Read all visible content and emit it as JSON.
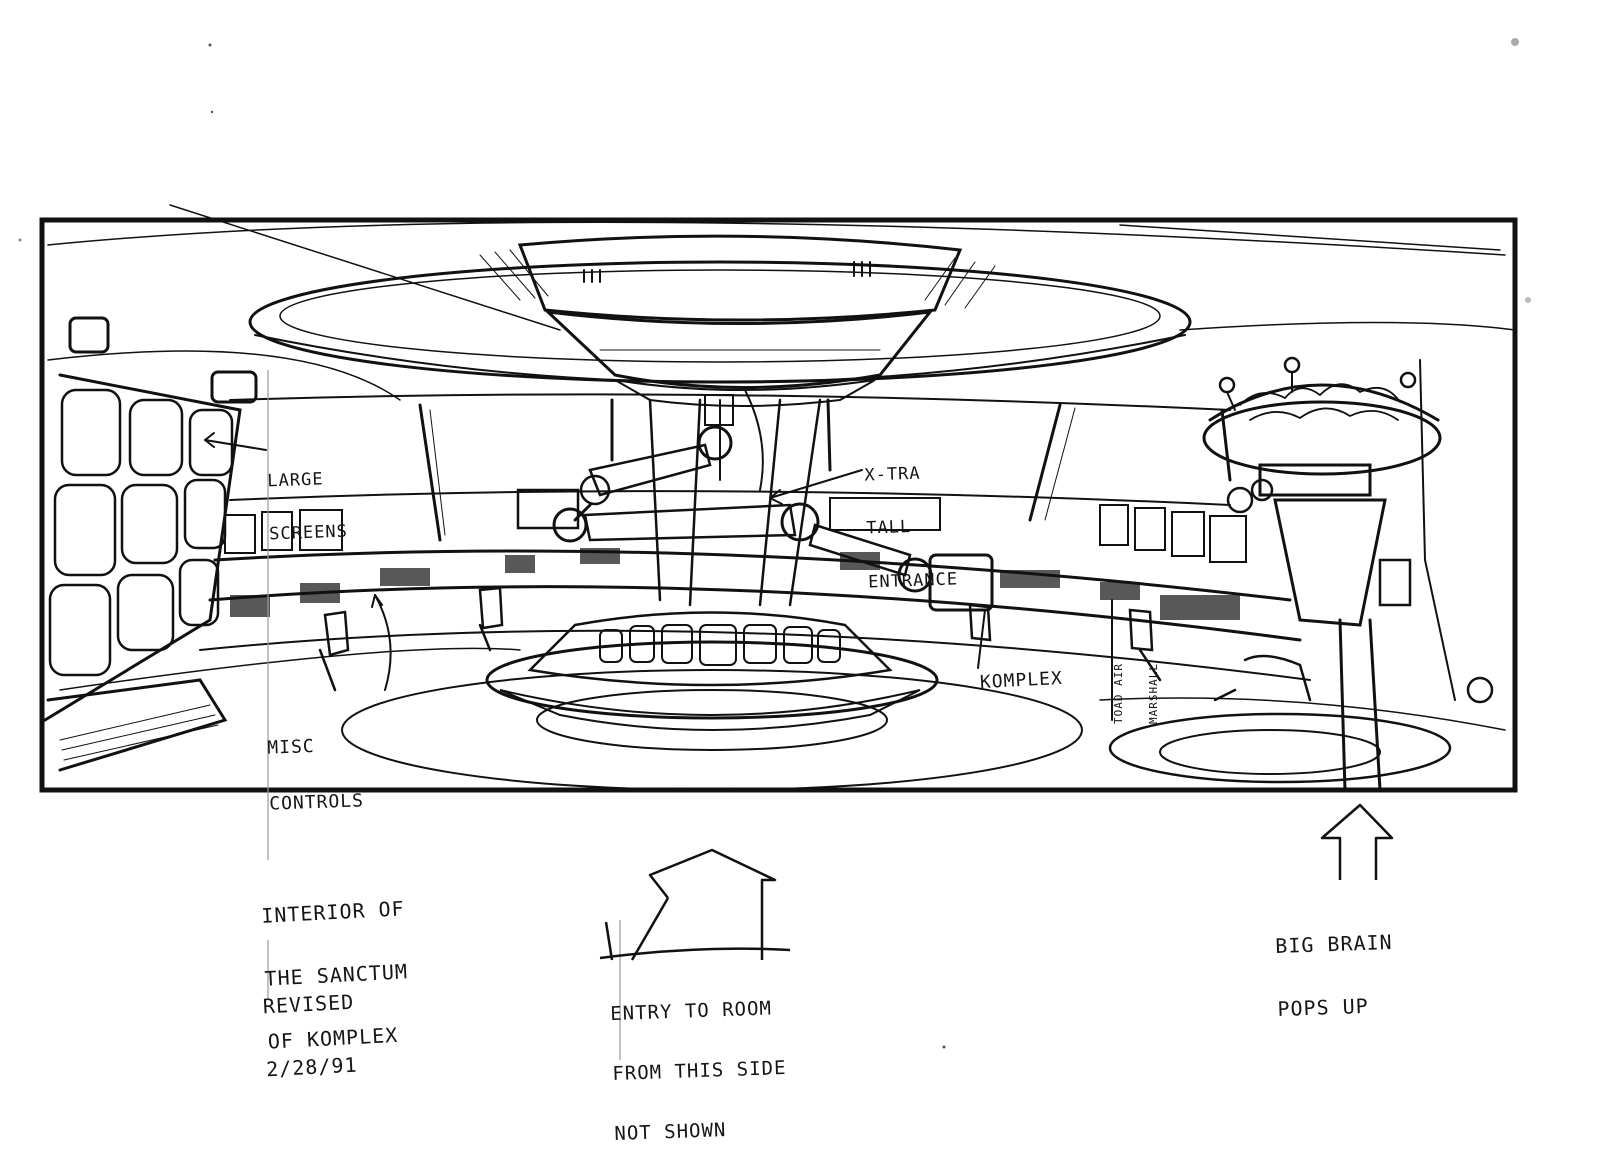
{
  "annotations": {
    "large_screens": [
      "LARGE",
      "SCREENS"
    ],
    "xtra_tall_entrance": [
      "X-TRA",
      "TALL",
      "ENTRANCE"
    ],
    "komplex": "KOMPLEX",
    "toad_air_marshall": [
      "TOAD AIR",
      "MARSHALL"
    ],
    "misc_controls": [
      "MISC",
      "CONTROLS"
    ],
    "interior": [
      "INTERIOR OF",
      "THE SANCTUM",
      "OF KOMPLEX"
    ],
    "revised": [
      "REVISED",
      "2/28/91"
    ],
    "entry": [
      "ENTRY TO ROOM",
      "FROM THIS SIDE",
      "NOT SHOWN"
    ],
    "big_brain": [
      "BIG BRAIN",
      "POPS UP"
    ]
  },
  "colors": {
    "ink": "#151515",
    "paper": "#ffffff",
    "grey_ink": "#9a9a9a"
  }
}
